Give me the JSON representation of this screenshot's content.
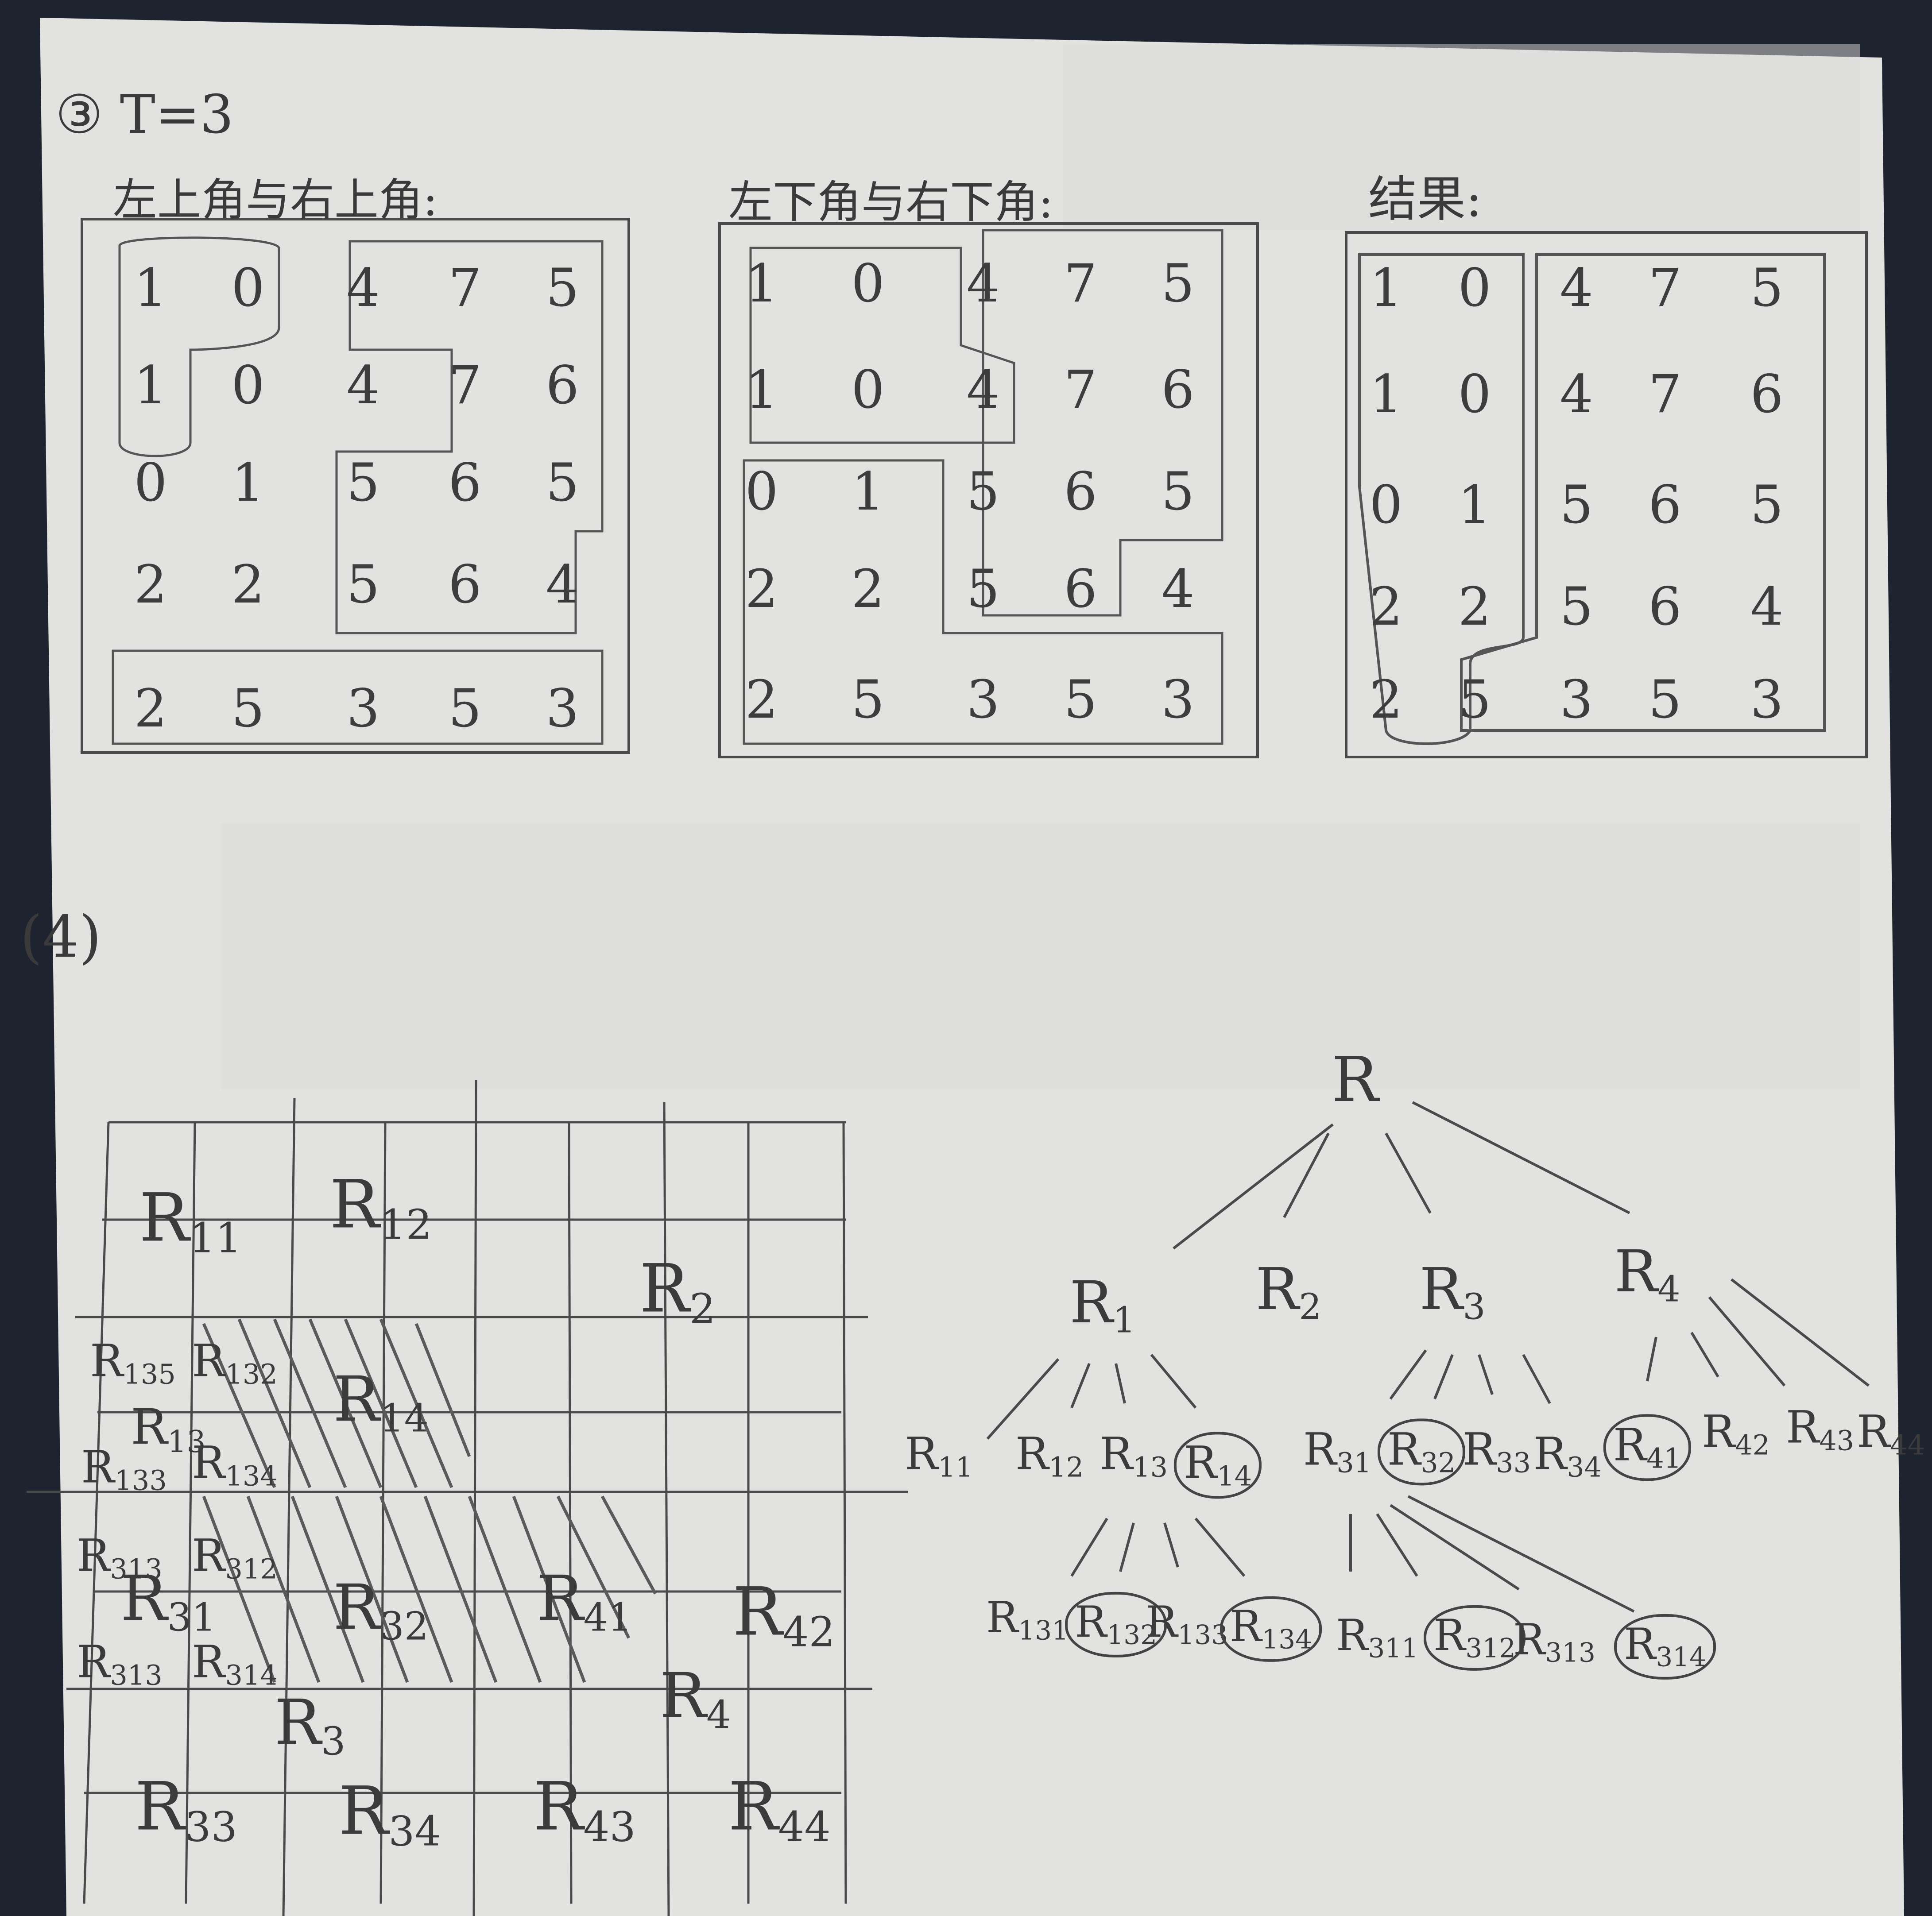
{
  "section3": {
    "title": "③ T=3",
    "panel_titles": [
      "左上角与右上角:",
      "左下角与右下角:",
      "结果:"
    ],
    "grid_values": [
      [
        "1",
        "0",
        "4",
        "7",
        "5"
      ],
      [
        "1",
        "0",
        "4",
        "7",
        "6"
      ],
      [
        "0",
        "1",
        "5",
        "6",
        "5"
      ],
      [
        "2",
        "2",
        "5",
        "6",
        "4"
      ],
      [
        "2",
        "5",
        "3",
        "5",
        "3"
      ]
    ]
  },
  "section4": {
    "title": "(4)",
    "grid_labels": [
      "R11",
      "R12",
      "R2",
      "R135",
      "R132",
      "R14",
      "R13",
      "R133",
      "R134",
      "R313",
      "R312",
      "R31",
      "R32",
      "R41",
      "R42",
      "R313",
      "R314",
      "R3",
      "R4",
      "R33",
      "R34",
      "R43",
      "R44"
    ],
    "tree": {
      "root": "R",
      "level1": [
        "R1",
        "R2",
        "R3",
        "R4"
      ],
      "level2": [
        "R11",
        "R12",
        "R13",
        "R14",
        "R31",
        "R32",
        "R33",
        "R34",
        "R41",
        "R42",
        "R43",
        "R44"
      ],
      "level3": [
        "R131",
        "R132",
        "R133",
        "R134",
        "R311",
        "R312",
        "R313",
        "R314"
      ],
      "circled": [
        "R14",
        "R32",
        "R41",
        "R132",
        "R134",
        "R312",
        "R314"
      ]
    }
  }
}
